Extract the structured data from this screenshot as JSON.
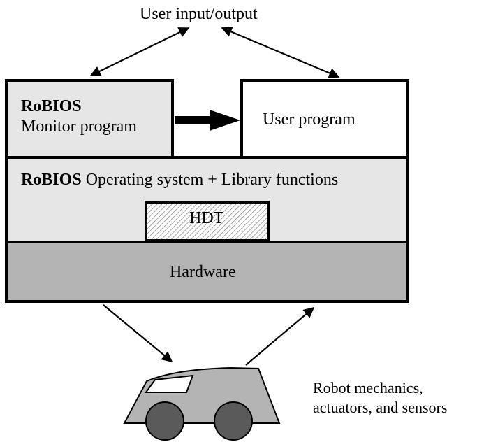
{
  "top_label": "User input/output",
  "monitor": {
    "bold": "RoBIOS",
    "text": "Monitor program"
  },
  "user_program": "User program",
  "os_layer": {
    "bold": "RoBIOS",
    "text": "Operating system + Library functions"
  },
  "hdt": "HDT",
  "hardware": "Hardware",
  "robot_caption": {
    "line1": "Robot mechanics,",
    "line2": "actuators, and sensors"
  },
  "colors": {
    "monitor_fill": "#e6e6e6",
    "os_fill": "#e6e6e6",
    "hardware_fill": "#b4b4b4",
    "robot_body": "#b4b4b4",
    "robot_wheels": "#5a5a5a",
    "hdt_hatch": "#8c8c8c"
  },
  "icons": {
    "robot": "robot-car-icon"
  }
}
